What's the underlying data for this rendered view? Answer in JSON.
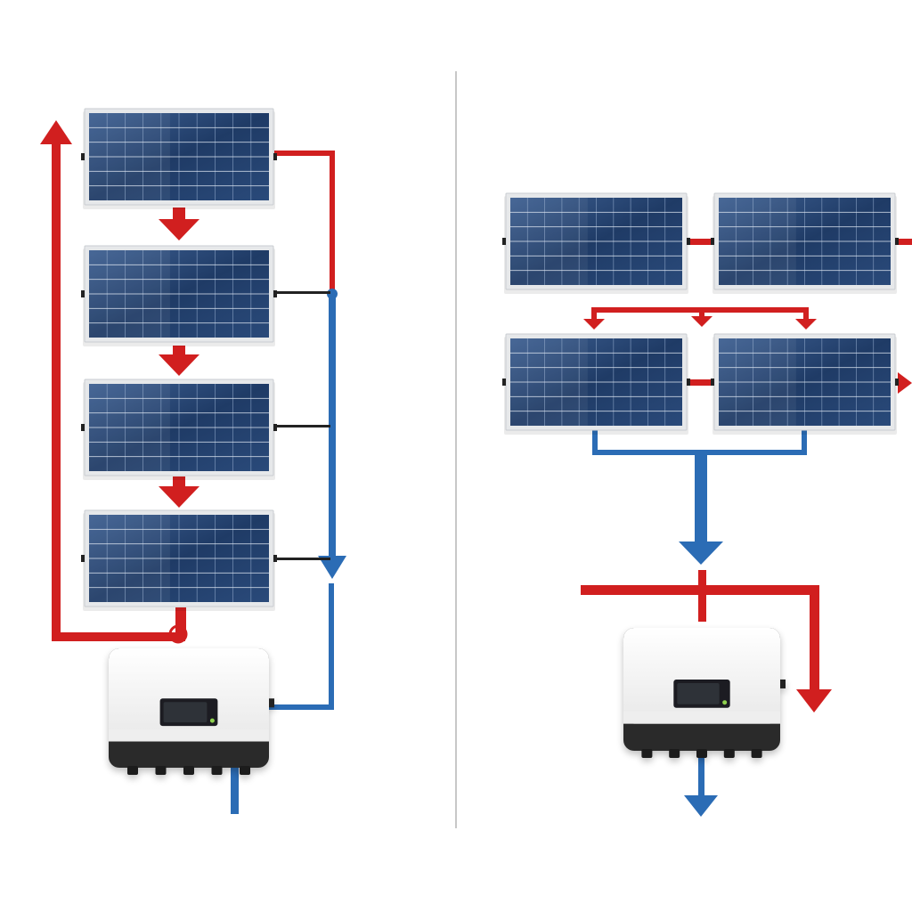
{
  "colors": {
    "background": "#ffffff",
    "panel_cell": "#1f3b66",
    "panel_cell_light": "#3d5f91",
    "panel_frame": "#e6e8ea",
    "positive_wire": "#d11f1f",
    "negative_wire": "#2b6cb5",
    "divider": "#b5b5b5",
    "inverter_body": "#f3f3f3",
    "inverter_base": "#2a2a2a",
    "inverter_display": "#2e3238",
    "indicator_led": "#8fd14f"
  },
  "icons": {
    "solar_panel": "solar-panel-icon",
    "inverter": "inverter-icon",
    "flow_arrow": "arrow-icon"
  },
  "diagrams": [
    {
      "id": "series",
      "panel_count": 4,
      "panels_per_row": 1,
      "inverter_count": 1
    },
    {
      "id": "series-parallel",
      "panel_count": 4,
      "panels_per_row": 2,
      "inverter_count": 1
    }
  ]
}
